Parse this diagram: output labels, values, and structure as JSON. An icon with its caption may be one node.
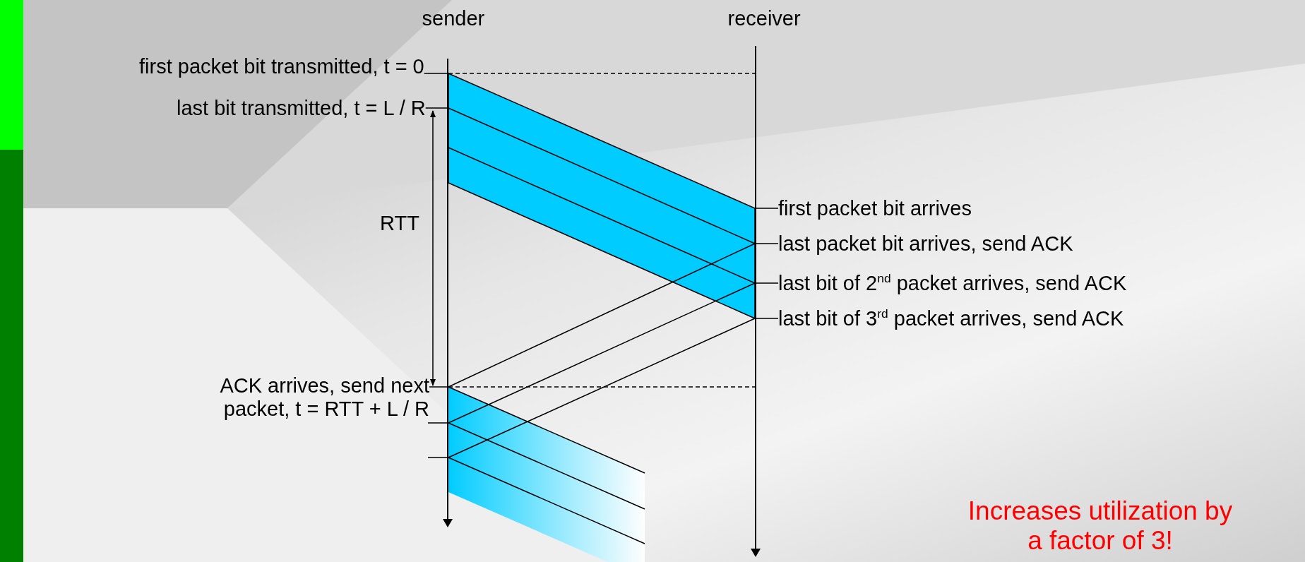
{
  "diagram": {
    "nodes": [
      {
        "text": [],
        "shape": "bar"
      },
      {
        "text": [],
        "shape": "bar"
      },
      {
        "text": [
          "first packet bit transmitted, t = 0"
        ]
      },
      {
        "text": [
          "last bit transmitted, t = L / R"
        ]
      },
      {
        "text": [
          "first packet bit arrives"
        ]
      },
      {
        "text": [
          "last packet bit arrives, send ACK"
        ]
      },
      {
        "text": [
          "last bit of 2$^{nd}$ packet arrives, send ACK"
        ]
      },
      {
        "text": [
          "last bit of 3$^{rd}$ packet arrives, send ACK"
        ]
      },
      {
        "text": [
          "ACK arrives, send next packet, t = RTT + L / R"
        ]
      }
    ],
    "edges": [
      {
        "from": 2,
        "to": 0,
        "arrow": "none"
      },
      {
        "from": 3,
        "to": 0,
        "arrow": "none"
      },
      {
        "from": 4,
        "to": 1,
        "arrow": "none"
      },
      {
        "from": 5,
        "to": 1,
        "arrow": "none"
      },
      {
        "from": 6,
        "to": 1,
        "arrow": "none"
      },
      {
        "from": 7,
        "to": 1,
        "arrow": "none"
      },
      {
        "from": 8,
        "to": 0,
        "arrow": "none"
      },
      {
        "from": 1,
        "to": 0,
        "arrow": "none"
      },
      {
        "from": 1,
        "to": 0,
        "arrow": "none"
      },
      {
        "from": 1,
        "to": 0,
        "arrow": "none"
      },
      {
        "from": 0,
        "to": 1,
        "arrow": "none",
        "style": "dashed"
      },
      {
        "from": 0,
        "to": 1,
        "arrow": "none",
        "style": "dashed"
      }
    ],
    "labels": [
      "sender",
      "receiver",
      "RTT",
      "Increases utilization by a factor of 3!"
    ]
  }
}
